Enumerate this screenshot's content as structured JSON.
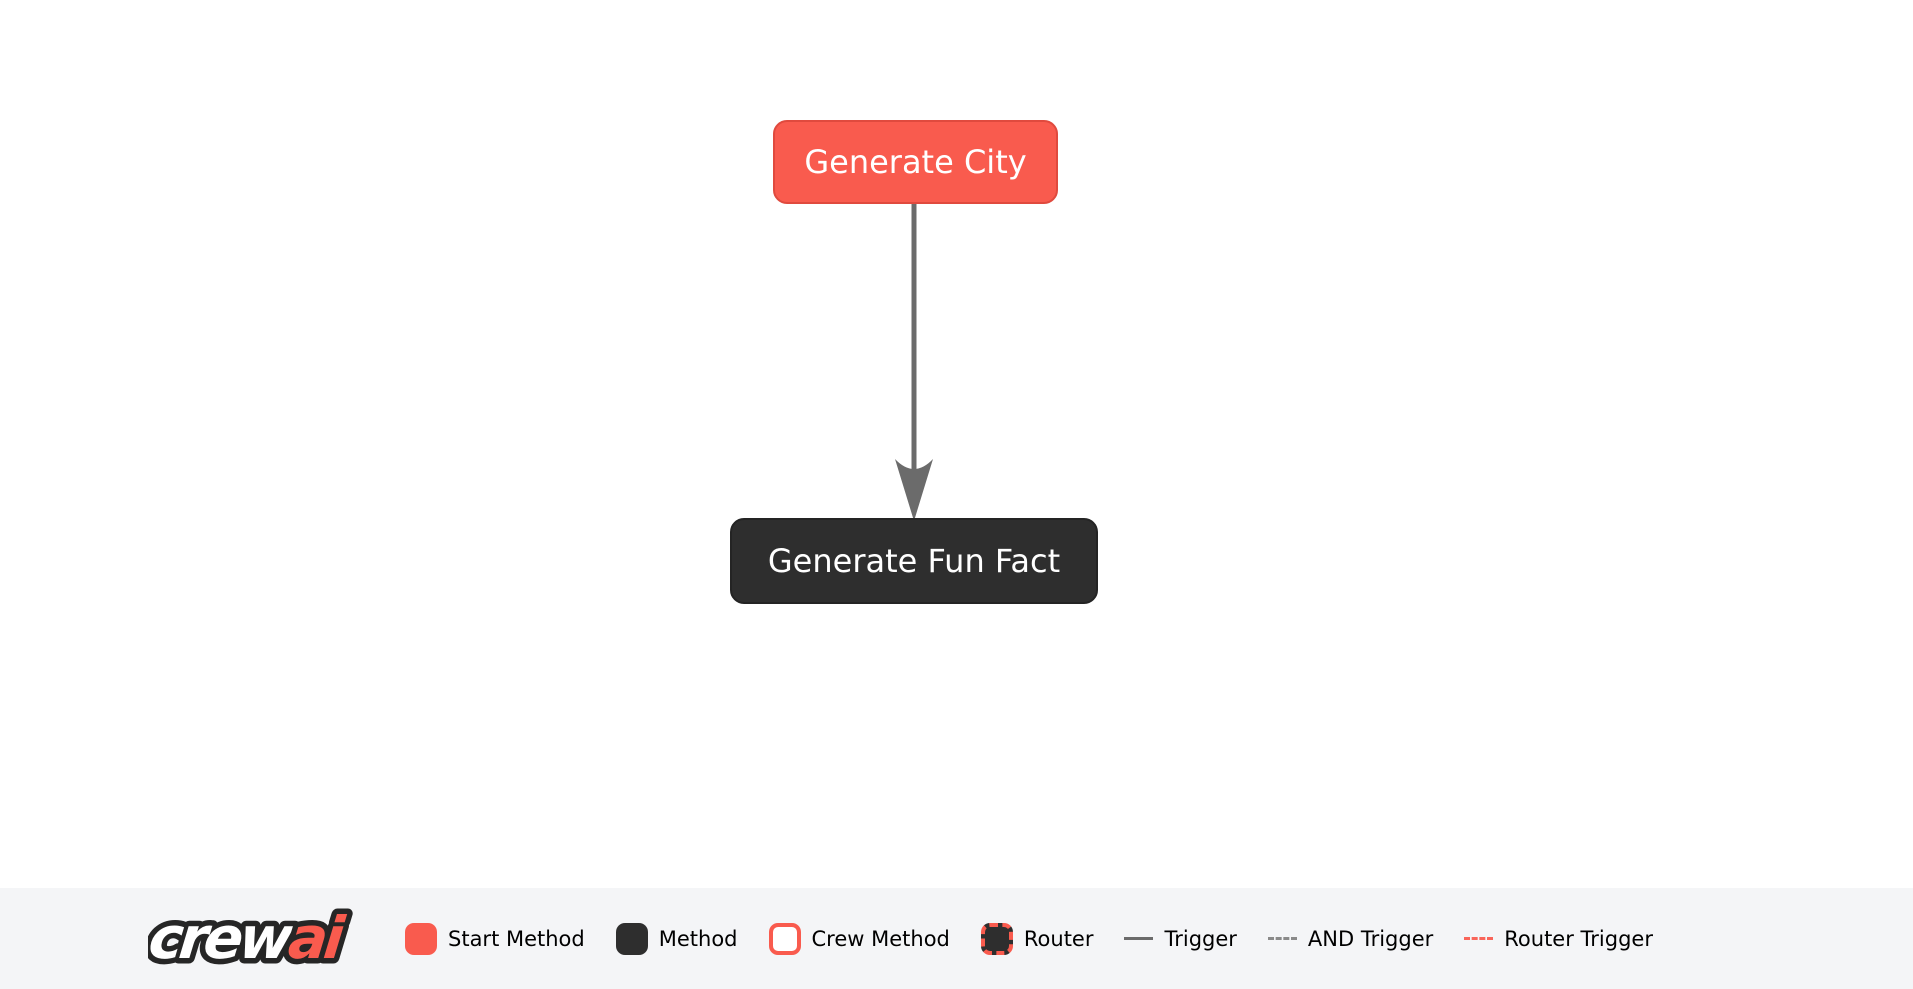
{
  "diagram": {
    "nodes": [
      {
        "id": "generate_city",
        "label": "Generate City",
        "type": "start-method"
      },
      {
        "id": "generate_fun_fact",
        "label": "Generate Fun Fact",
        "type": "method"
      }
    ],
    "edges": [
      {
        "from": "generate_city",
        "to": "generate_fun_fact",
        "type": "trigger"
      }
    ]
  },
  "footer": {
    "logo": {
      "part1": "crew",
      "part2": "ai"
    },
    "legend": [
      {
        "label": "Start Method",
        "swatch": "start-method-square"
      },
      {
        "label": "Method",
        "swatch": "method-square"
      },
      {
        "label": "Crew Method",
        "swatch": "crew-method-square"
      },
      {
        "label": "Router",
        "swatch": "router-square"
      },
      {
        "label": "Trigger",
        "swatch": "trigger-line"
      },
      {
        "label": "AND Trigger",
        "swatch": "and-trigger-line"
      },
      {
        "label": "Router Trigger",
        "swatch": "router-trigger-line"
      }
    ]
  },
  "colors": {
    "start_method_fill": "#f95b4e",
    "start_method_border": "#e04a3e",
    "method_fill": "#2e2e2e",
    "edge": "#6b6b6b",
    "and_trigger": "#8a8a8a",
    "router_trigger": "#f9655a",
    "footer_background": "#f4f5f7",
    "node_text": "#ffffff",
    "legend_text": "#000000"
  }
}
